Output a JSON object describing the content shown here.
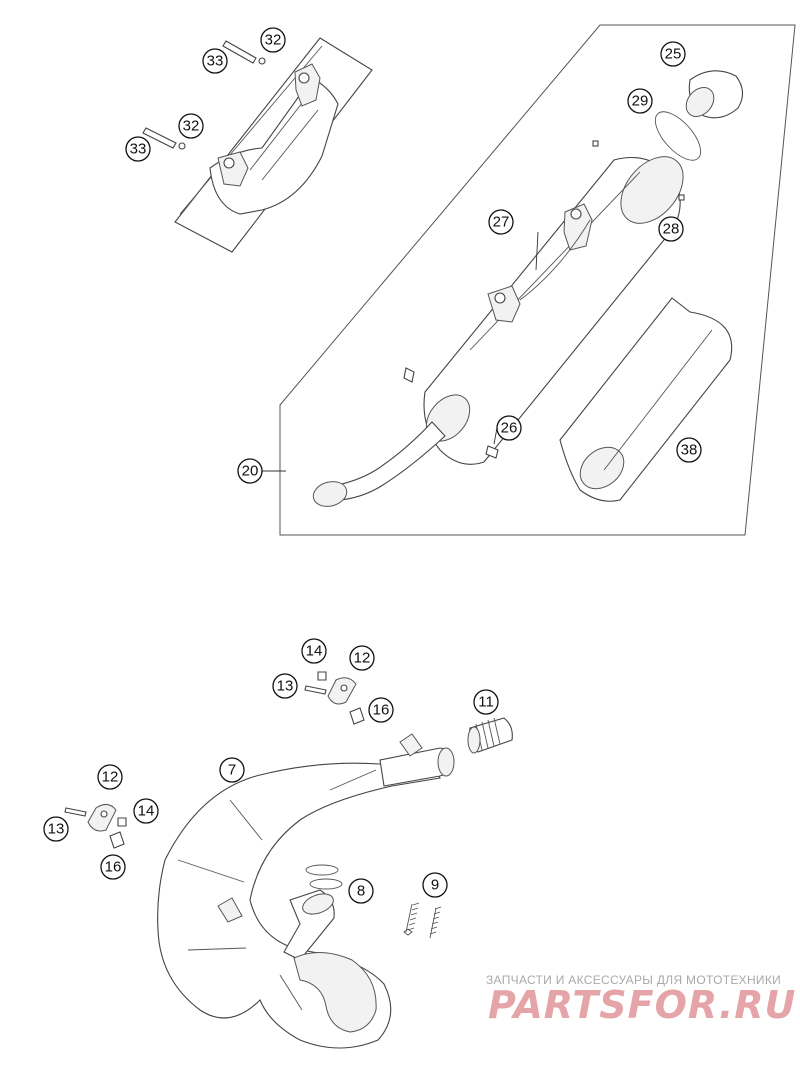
{
  "diagram": {
    "callouts": [
      {
        "id": "c33a",
        "label": "33"
      },
      {
        "id": "c32a",
        "label": "32"
      },
      {
        "id": "c32b",
        "label": "32"
      },
      {
        "id": "c33b",
        "label": "33"
      },
      {
        "id": "c25",
        "label": "25"
      },
      {
        "id": "c29",
        "label": "29"
      },
      {
        "id": "c27",
        "label": "27"
      },
      {
        "id": "c28",
        "label": "28"
      },
      {
        "id": "c26",
        "label": "26"
      },
      {
        "id": "c38",
        "label": "38"
      },
      {
        "id": "c20",
        "label": "20"
      },
      {
        "id": "c14a",
        "label": "14"
      },
      {
        "id": "c12a",
        "label": "12"
      },
      {
        "id": "c13a",
        "label": "13"
      },
      {
        "id": "c16a",
        "label": "16"
      },
      {
        "id": "c11",
        "label": "11"
      },
      {
        "id": "c7",
        "label": "7"
      },
      {
        "id": "c12b",
        "label": "12"
      },
      {
        "id": "c14b",
        "label": "14"
      },
      {
        "id": "c13b",
        "label": "13"
      },
      {
        "id": "c16b",
        "label": "16"
      },
      {
        "id": "c8",
        "label": "8"
      },
      {
        "id": "c9",
        "label": "9"
      }
    ]
  },
  "watermark": {
    "subtitle": "ЗАПЧАСТИ И АКСЕССУАРЫ ДЛЯ МОТОТЕХНИКИ",
    "brand": "PARTSFOR.RU",
    "color": "#e4a4a8"
  }
}
